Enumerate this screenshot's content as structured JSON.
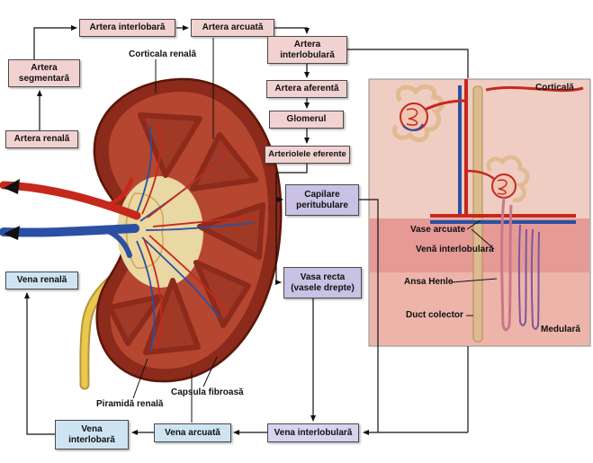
{
  "flow_boxes": {
    "artera_interlobara": "Artera interlobară",
    "artera_arcuata": "Artera arcuată",
    "artera_interlobulara": "Artera\ninterlobulară",
    "artera_segmentara": "Artera\nsegmentară",
    "artera_renala": "Artera renală",
    "vena_renala": "Vena renală",
    "artera_aferenta": "Artera aferentă",
    "glomerul": "Glomerul",
    "arteriolele_eferente": "Arteriolele eferente",
    "capilare_peritubulare": "Capilare\nperitubulare",
    "vasa_recta": "Vasa recta\n(vasele drepte)",
    "vena_interlobara": "Vena\ninterlobară",
    "vena_arcuata": "Vena arcuată",
    "vena_interlobulara": "Vena interlobulară"
  },
  "kidney_labels": {
    "corticala_renala": "Corticala renală",
    "piramida_renala": "Piramidă renală",
    "capsula_fibroasa": "Capsula fibroasă"
  },
  "panel_labels": {
    "corticala": "Corticală",
    "vase_arcuate": "Vase arcuate",
    "vena_interlobulara": "Venă interlobulară",
    "ansa_henle": "Ansa Henle",
    "duct_colector": "Duct colector",
    "medulara": "Medulară"
  },
  "colors": {
    "artery_box_bg": "#f2d2d0",
    "vein_box_bg": "#cfe4f3",
    "capillary_box_bg": "#c9c2e4",
    "interlobular_vein_box_bg": "#d8d3ee",
    "artery_red": "#c6281c",
    "vein_blue": "#2b4fa3",
    "kidney_body": "#8c2a1b",
    "nephron_panel_bg": "#efcdc2"
  }
}
